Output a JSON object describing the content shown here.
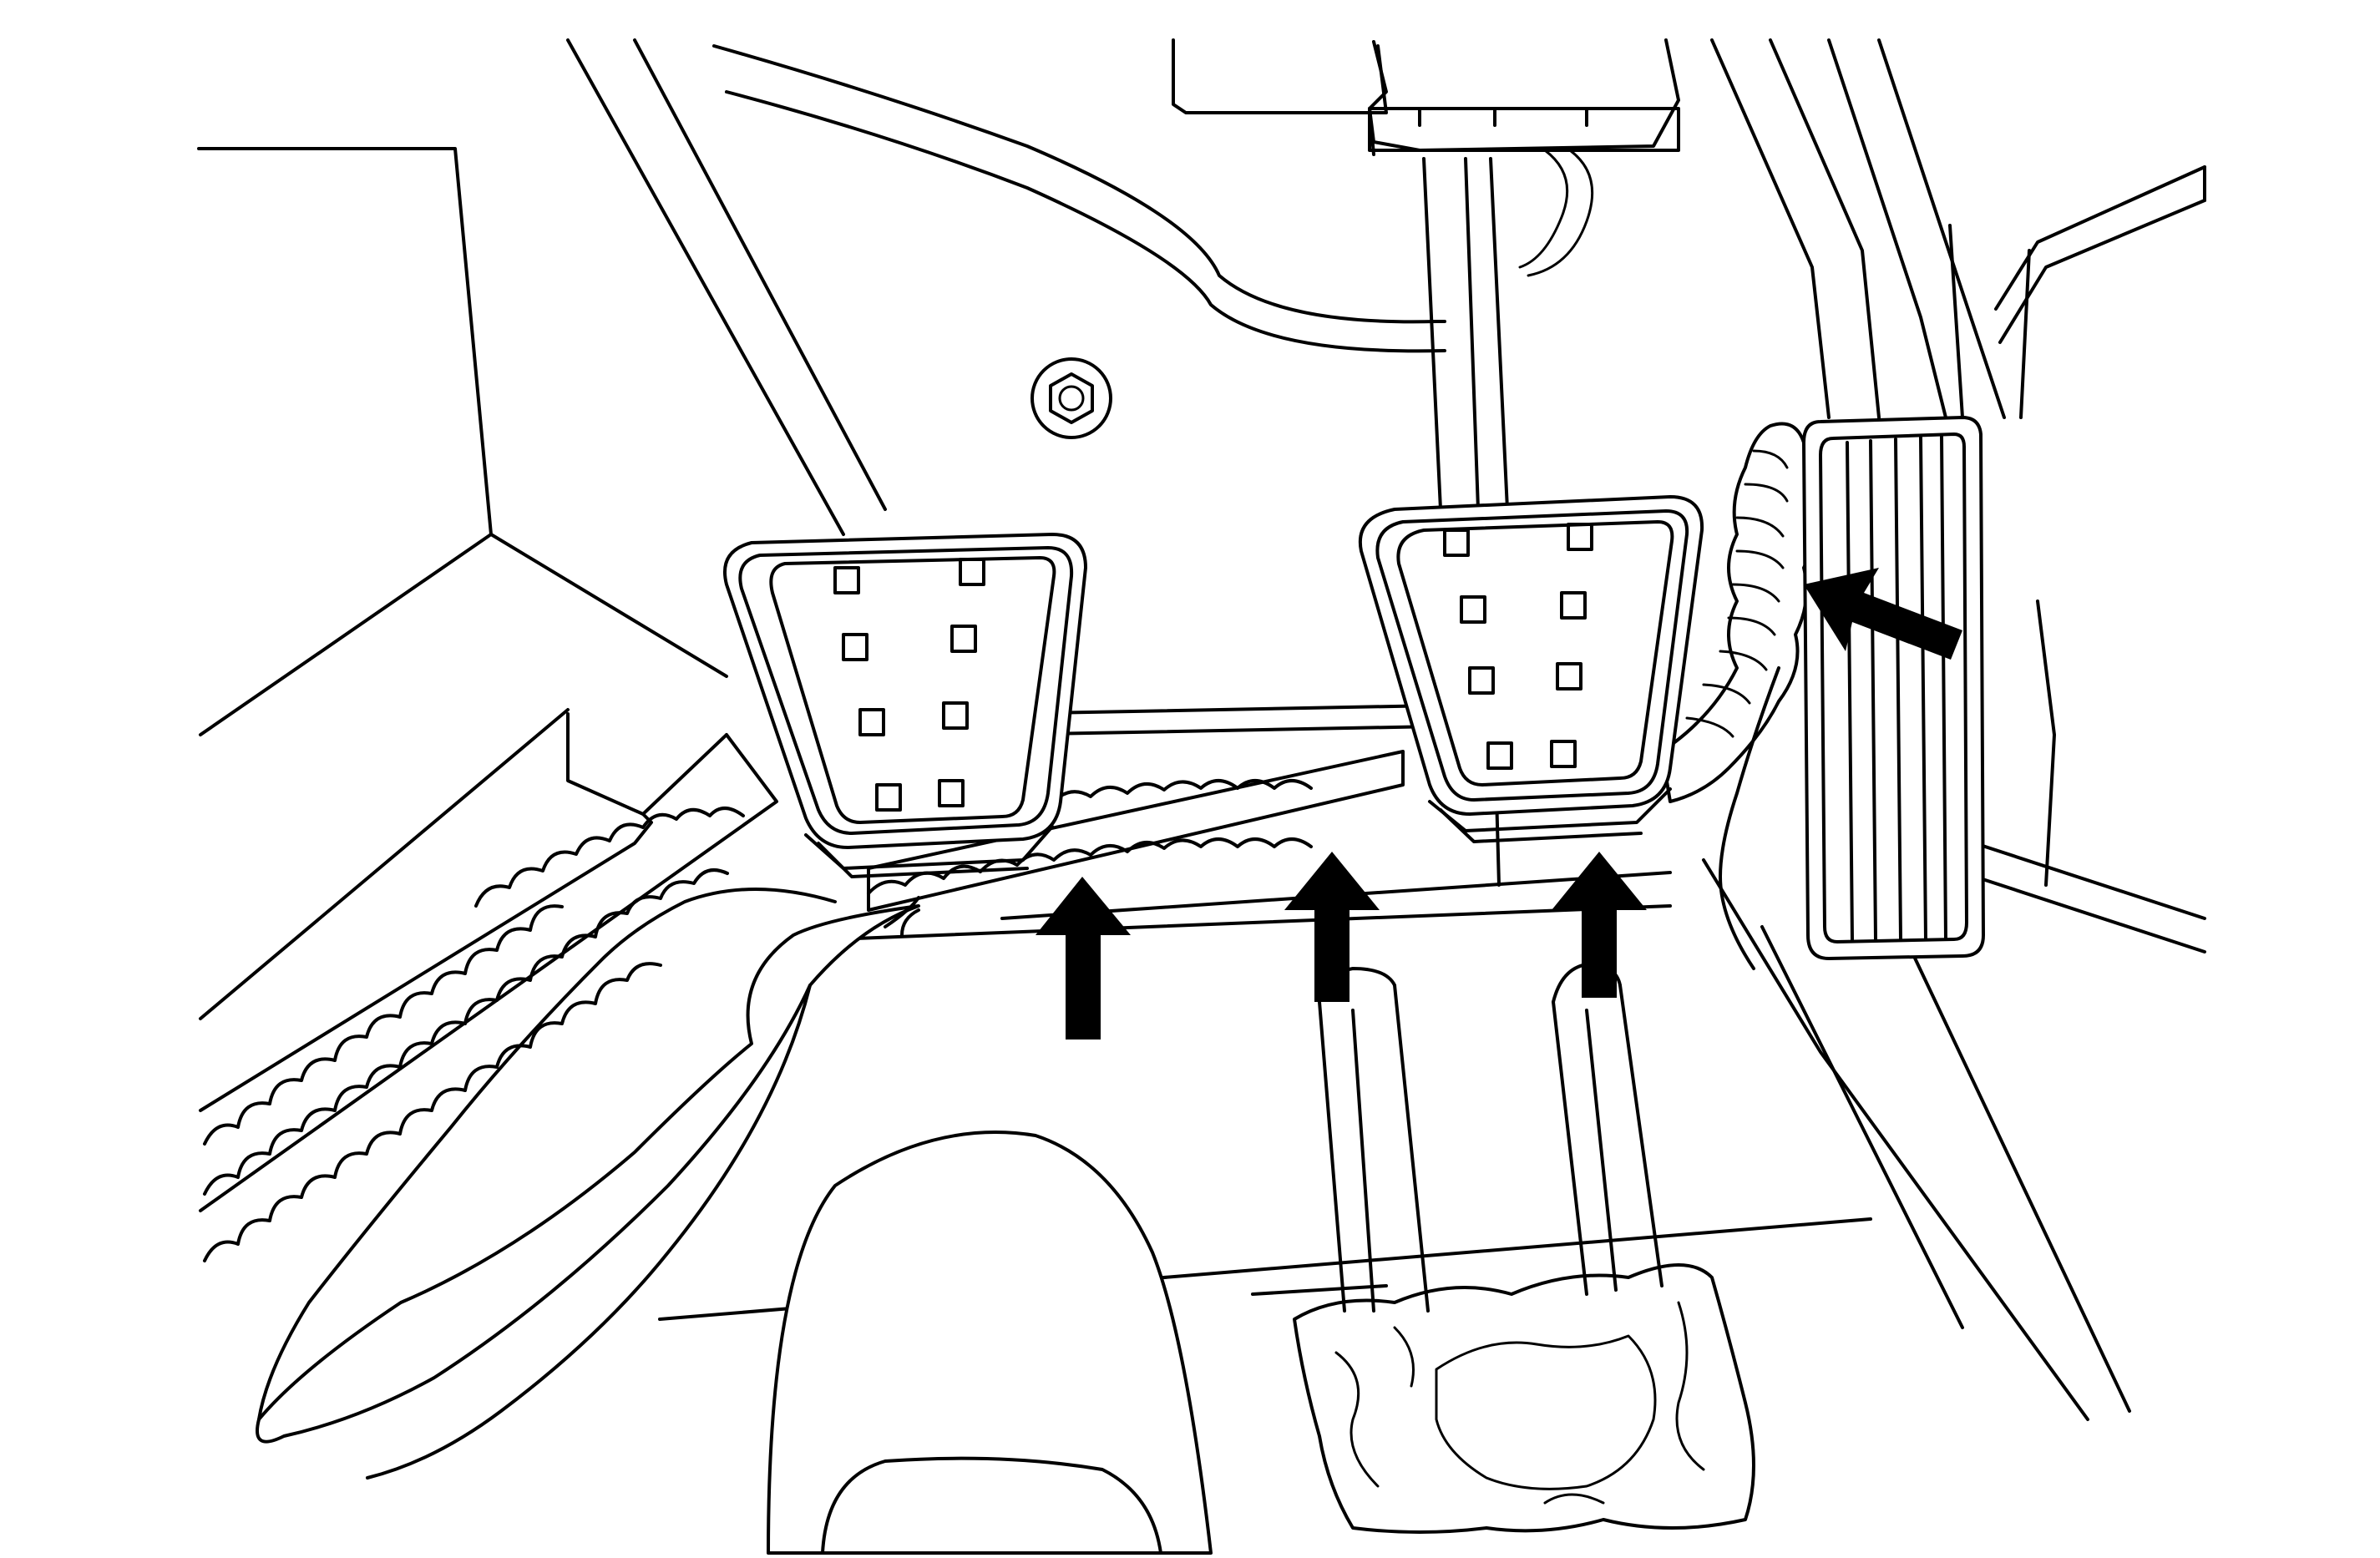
{
  "figure": {
    "kind": "line-art illustration",
    "labels": [],
    "colors": {
      "line": "#000000",
      "background": "#ffffff",
      "arrow": "#000000"
    }
  },
  "arrows": [
    {
      "name": "arrow-wiring-under-clutch",
      "direction": "up"
    },
    {
      "name": "arrow-wiring-center",
      "direction": "up"
    },
    {
      "name": "arrow-wiring-under-brake",
      "direction": "up"
    },
    {
      "name": "arrow-wiring-at-accelerator",
      "direction": "up-left"
    }
  ]
}
